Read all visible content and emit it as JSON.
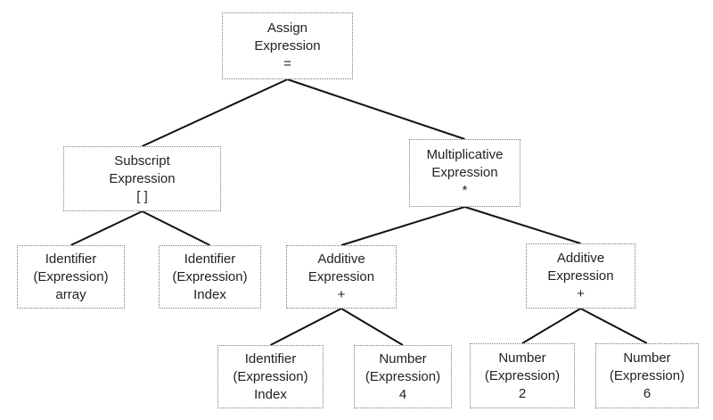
{
  "diagram": {
    "nodes": {
      "assign": {
        "line1": "Assign",
        "line2": "Expression",
        "line3": "="
      },
      "subscript": {
        "line1": "Subscript",
        "line2": "Expression",
        "line3": "[ ]"
      },
      "multiply": {
        "line1": "Multiplicative",
        "line2": "Expression",
        "line3": "*"
      },
      "id_array": {
        "line1": "Identifier",
        "line2": "(Expression)",
        "line3": "array"
      },
      "id_index": {
        "line1": "Identifier",
        "line2": "(Expression)",
        "line3": "Index"
      },
      "add_left": {
        "line1": "Additive",
        "line2": "Expression",
        "line3": "+"
      },
      "add_right": {
        "line1": "Additive",
        "line2": "Expression",
        "line3": "+"
      },
      "id_index2": {
        "line1": "Identifier",
        "line2": "(Expression)",
        "line3": "Index"
      },
      "num_4": {
        "line1": "Number",
        "line2": "(Expression)",
        "line3": "4"
      },
      "num_2": {
        "line1": "Number",
        "line2": "(Expression)",
        "line3": "2"
      },
      "num_6": {
        "line1": "Number",
        "line2": "(Expression)",
        "line3": "6"
      }
    },
    "edges": [
      [
        "assign",
        "subscript"
      ],
      [
        "assign",
        "multiply"
      ],
      [
        "subscript",
        "id_array"
      ],
      [
        "subscript",
        "id_index"
      ],
      [
        "multiply",
        "add_left"
      ],
      [
        "multiply",
        "add_right"
      ],
      [
        "add_left",
        "id_index2"
      ],
      [
        "add_left",
        "num_4"
      ],
      [
        "add_right",
        "num_2"
      ],
      [
        "add_right",
        "num_6"
      ]
    ]
  }
}
